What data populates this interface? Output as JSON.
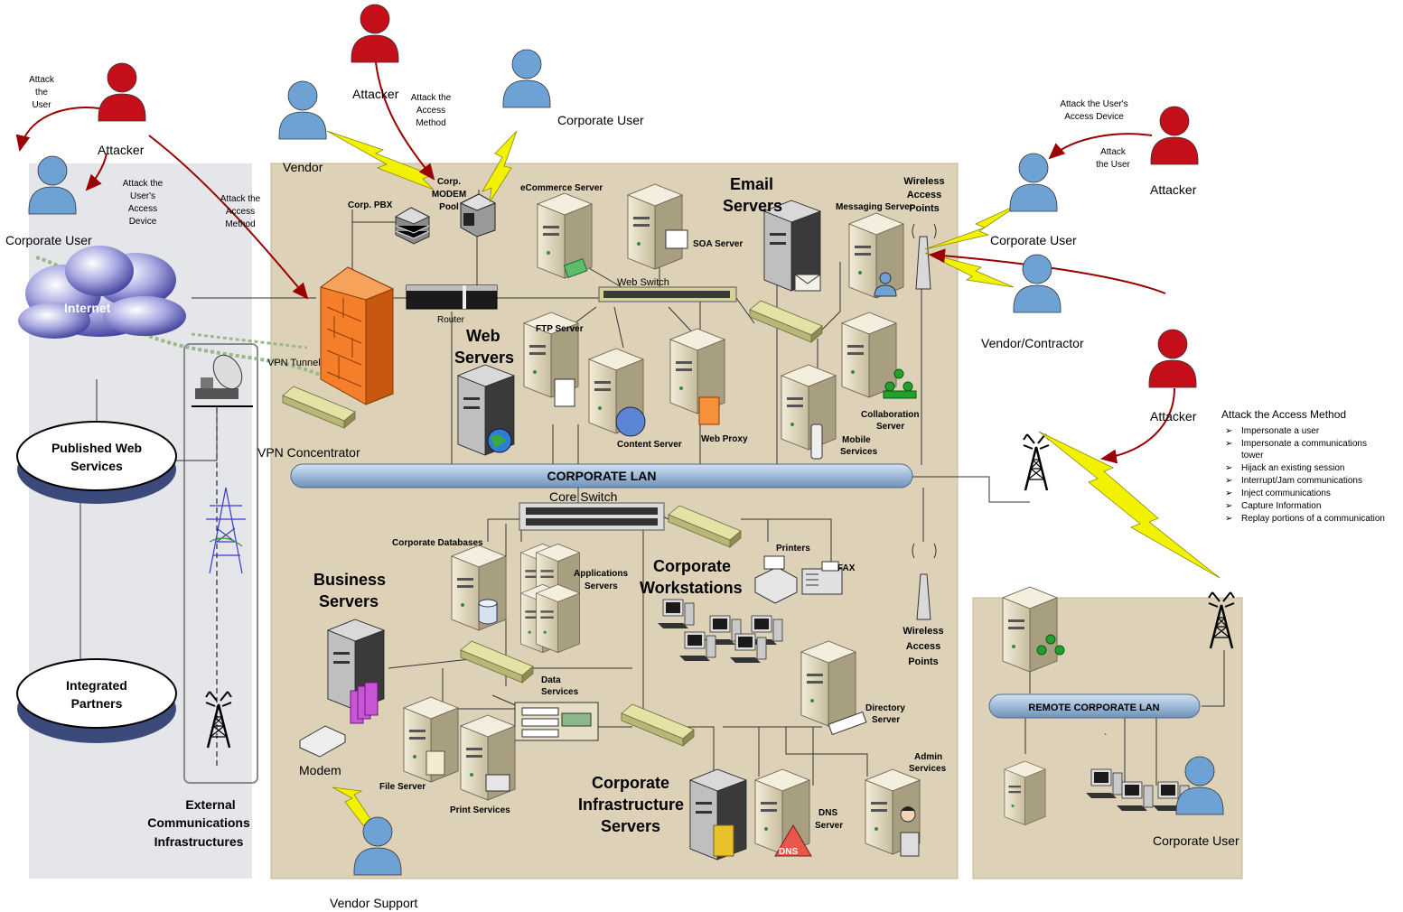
{
  "zones": {
    "external_title_l1": "External",
    "external_title_l2": "Communications",
    "external_title_l3": "Infrastructures"
  },
  "nodes": {
    "internet": "Internet",
    "published_web_l1": "Published Web",
    "published_web_l2": "Services",
    "integrated_l1": "Integrated",
    "integrated_l2": "Partners",
    "vpn_tunnel": "VPN Tunnel",
    "vpn_concentrator": "VPN Concentrator",
    "corp_pbx": "Corp. PBX",
    "modem_pool_l1": "Corp.",
    "modem_pool_l2": "MODEM",
    "modem_pool_l3": "Pool",
    "router": "Router",
    "ecommerce": "eCommerce Server",
    "soa": "SOA Server",
    "web_switch": "Web Switch",
    "ftp": "FTP Server",
    "web_servers_l1": "Web",
    "web_servers_l2": "Servers",
    "content_server": "Content Server",
    "web_proxy": "Web Proxy",
    "email_l1": "Email",
    "email_l2": "Servers",
    "messaging": "Messaging Server",
    "collab_l1": "Collaboration",
    "collab_l2": "Server",
    "mobile_l1": "Mobile",
    "mobile_l2": "Services",
    "wap_top_l1": "Wireless",
    "wap_top_l2": "Access",
    "wap_top_l3": "Points",
    "wap_bot_l1": "Wireless",
    "wap_bot_l2": "Access",
    "wap_bot_l3": "Points",
    "corporate_lan": "CORPORATE LAN",
    "core_switch": "Core Switch",
    "corp_db": "Corporate Databases",
    "apps_l1": "Applications",
    "apps_l2": "Servers",
    "business_l1": "Business",
    "business_l2": "Servers",
    "printers": "Printers",
    "fax": "FAX",
    "workstations_l1": "Corporate",
    "workstations_l2": "Workstations",
    "data_services_l1": "Data",
    "data_services_l2": "Services",
    "file_server": "File Server",
    "print_services": "Print Services",
    "modem": "Modem",
    "directory_l1": "Directory",
    "directory_l2": "Server",
    "infra_l1": "Corporate",
    "infra_l2": "Infrastructure",
    "infra_l3": "Servers",
    "dns_l1": "DNS",
    "dns_l2": "Server",
    "dns_badge": "DNS",
    "admin_l1": "Admin",
    "admin_l2": "Services",
    "remote_lan": "REMOTE CORPORATE LAN",
    "remote_dot": "`"
  },
  "actors": {
    "attacker_1": "Attacker",
    "attacker_2": "Attacker",
    "attacker_3": "Attacker",
    "attacker_4": "Attacker",
    "corp_user_1": "Corporate User",
    "corp_user_2": "Corporate User",
    "corp_user_3": "Corporate User",
    "corp_user_4": "Corporate User",
    "vendor": "Vendor",
    "vendor_contractor": "Vendor/Contractor",
    "vendor_support": "Vendor Support"
  },
  "annotations": {
    "atk_user_1": "Attack",
    "atk_user_2": "the",
    "atk_user_3": "User",
    "atk_dev_1": "Attack the",
    "atk_dev_2": "User's",
    "atk_dev_3": "Access",
    "atk_dev_4": "Device",
    "atk_meth_1": "Attack the",
    "atk_meth_2": "Access",
    "atk_meth_3": "Method",
    "atk_meth2_1": "Attack the",
    "atk_meth2_2": "Access",
    "atk_meth2_3": "Method",
    "atk_dev_r1": "Attack the User's",
    "atk_dev_r2": "Access Device",
    "atk_user_r1": "Attack",
    "atk_user_r2": "the User"
  },
  "legend": {
    "title": "Attack the Access Method",
    "items": [
      "Impersonate a user",
      "Impersonate a communications",
      "tower",
      "Hijack an existing session",
      "Interrupt/Jam communications",
      "Inject communications",
      "Capture Information",
      "Replay portions of a communication"
    ]
  },
  "colors": {
    "zone_tan": "#ddd2b8",
    "zone_gray": "#e5e6ea",
    "attacker": "#c40f1a",
    "user": "#6fa2d4",
    "arrow": "#990000",
    "bolt": "#f2f200",
    "lan": "#a9c4df"
  }
}
